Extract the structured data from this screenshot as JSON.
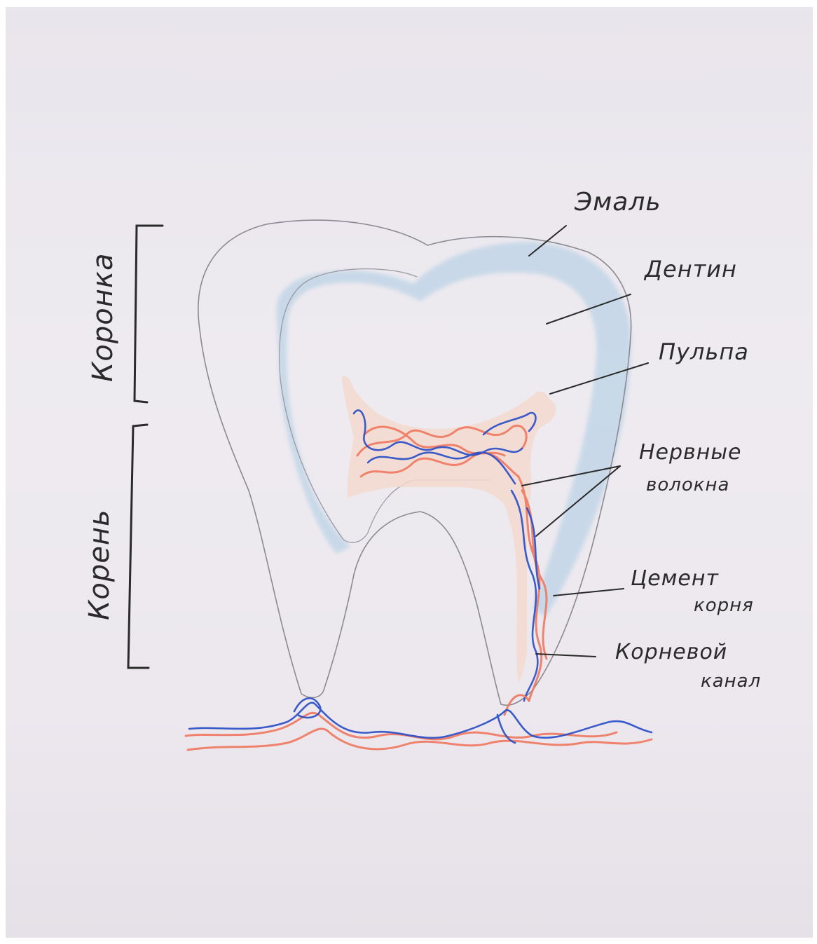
{
  "labels": {
    "enamel": "Эмаль",
    "dentin": "Дентин",
    "pulp": "Пульпа",
    "nerve_fibers_line1": "Нервные",
    "nerve_fibers_line2": "волокна",
    "cement_line1": "Цемент",
    "cement_line2": "корня",
    "root_canal_line1": "Корневой",
    "root_canal_line2": "канал",
    "crown": "Коронка",
    "root": "Корень"
  },
  "colors": {
    "paper": "#ece8ee",
    "outline": "#8a8a90",
    "enamel_fill": "#bcd3e6",
    "pulp_fill": "#f3d9cf",
    "nerve_red": "#f07860",
    "nerve_blue": "#2b4fc8",
    "ink": "#2a2a2a"
  }
}
